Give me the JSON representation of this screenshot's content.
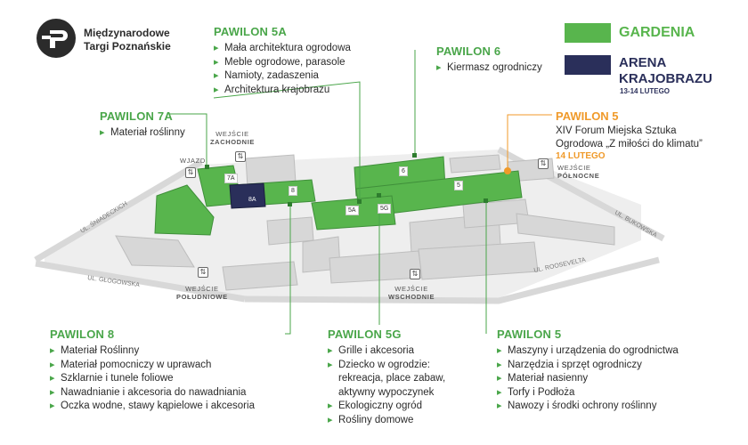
{
  "logo": {
    "name_line1": "Międzynarodowe",
    "name_line2": "Targi Poznańskie"
  },
  "legend": {
    "gardenia": {
      "label": "GARDENIA",
      "color": "#58b54d"
    },
    "arena": {
      "label_line1": "ARENA",
      "label_line2": "KRAJOBRAZU",
      "dates": "13-14 LUTEGO",
      "color": "#2a2f5a"
    }
  },
  "pavilions": {
    "p5a": {
      "title": "PAWILON 5A",
      "items": [
        "Mała architektura ogrodowa",
        "Meble ogrodowe, parasole",
        "Namioty, zadaszenia",
        "Architektura krajobrazu"
      ]
    },
    "p6": {
      "title": "PAWILON 6",
      "items": [
        "Kiermasz ogrodniczy"
      ]
    },
    "p7a": {
      "title": "PAWILON 7A",
      "items": [
        "Materiał roślinny"
      ]
    },
    "p5_top": {
      "title": "PAWILON 5",
      "line1": "XIV Forum Miejska Sztuka",
      "line2": "Ogrodowa „Z miłości do klimatu”",
      "date": "14 LUTEGO"
    },
    "p8": {
      "title": "PAWILON 8",
      "items": [
        "Materiał Roślinny",
        "Materiał pomocniczy w uprawach",
        "Szklarnie i tunele foliowe",
        "Nawadnianie i akcesoria do nawadniania",
        "Oczka wodne, stawy kąpielowe i akcesoria"
      ]
    },
    "p5g": {
      "title": "PAWILON 5G",
      "items": [
        "Grille i akcesoria",
        "Dziecko w ogrodzie: rekreacja, place zabaw, aktywny wypoczynek",
        "Ekologiczny ogród",
        "Rośliny domowe"
      ]
    },
    "p5_bottom": {
      "title": "PAWILON 5",
      "items": [
        "Maszyny i urządzenia do ogrodnictwa",
        "Narzędzia i sprzęt ogrodniczy",
        "Materiał nasienny",
        "Torfy i Podłoża",
        "Nawozy i środki ochrony roślinny"
      ]
    }
  },
  "map": {
    "entrances": {
      "zachodnie_1": "WEJŚCIE",
      "zachodnie_2": "ZACHODNIE",
      "wjazd": "WJAZD",
      "polnocne_1": "WEJŚCIE",
      "polnocne_2": "PÓŁNOCNE",
      "poludniowe_1": "WEJŚCIE",
      "poludniowe_2": "POŁUDNIOWE",
      "wschodnie_1": "WEJŚCIE",
      "wschodnie_2": "WSCHODNIE"
    },
    "streets": {
      "sniadeckich": "UL. ŚNIADECKICH",
      "glogowska": "UL. GŁOGOWSKA",
      "roosevelta": "UL. ROOSEVELTA",
      "bukowska": "UL. BUKOWSKA"
    },
    "building_tags": {
      "b7a": "7A",
      "b8a": "8A",
      "b8": "8",
      "b6": "6",
      "b5": "5",
      "b5a": "5A",
      "b5g": "5G"
    }
  }
}
